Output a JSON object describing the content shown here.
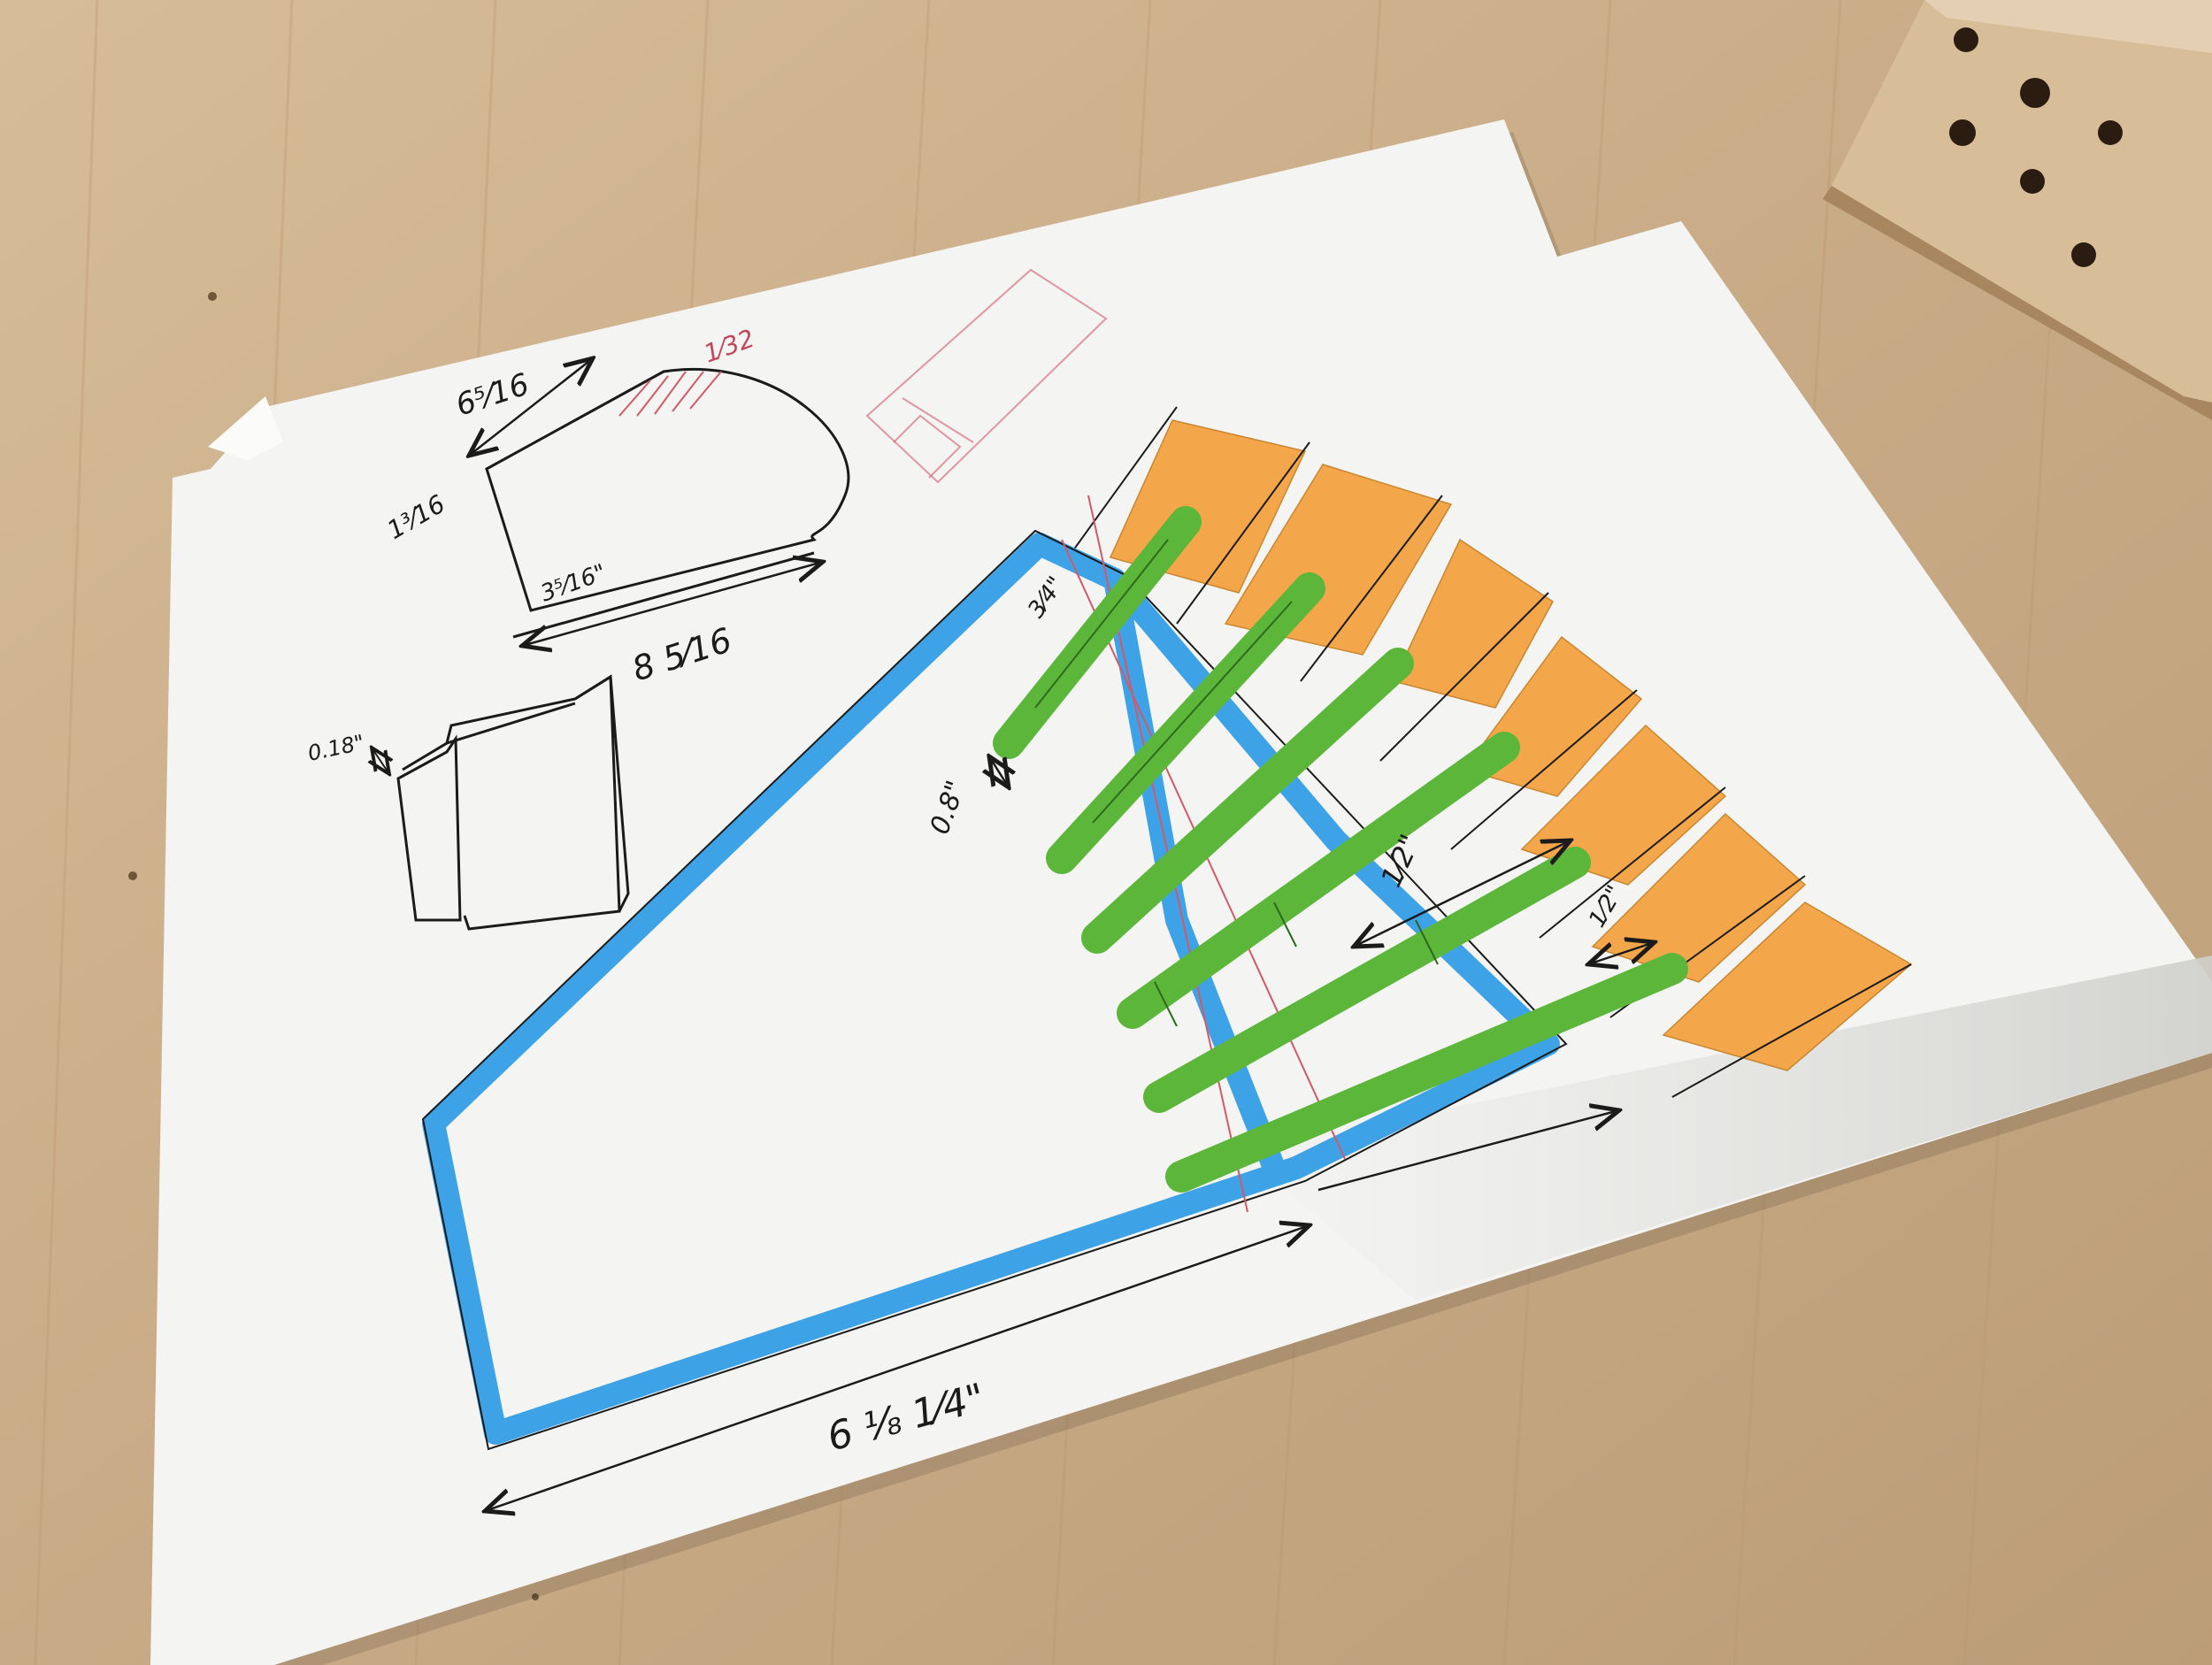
{
  "photo": {
    "subject": "hand-drawn woodworking plan on paper lying on a butcher-block workbench"
  },
  "colors": {
    "workbench": "#c9ad8a",
    "paper": "#f4f4f2",
    "outline_blue": "#3ea3e6",
    "strip_green": "#5bb63a",
    "block_orange": "#f3a64a",
    "ink": "#1b1b1b",
    "pencil_red": "#d0596a"
  },
  "labels": {
    "top_length": "6⁵⁄16",
    "top_pink": "1⁄32",
    "left_height": "1³⁄16",
    "inner": "3⁵⁄16\"",
    "bottom_length": "8 5⁄16",
    "block_thickness": "0.18\"",
    "strip_gap": "0.8\"",
    "strip_width": "3⁄4\"",
    "spacing_a": "1⁄2\"",
    "spacing_b": "1⁄2\"",
    "base_length": "6 ⅛ 1⁄4\""
  },
  "icons": {
    "dimension_arrows": "double-arrow-icon",
    "wood_block": "drilled-wood-block"
  }
}
